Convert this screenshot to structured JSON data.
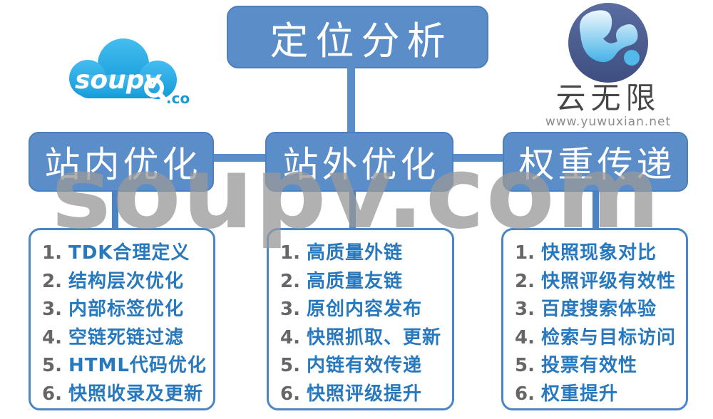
{
  "root": {
    "label": "定位分析"
  },
  "branches": [
    {
      "label": "站内优化",
      "items": [
        {
          "num": "1.",
          "text": "TDK合理定义"
        },
        {
          "num": "2.",
          "text": "结构层次优化"
        },
        {
          "num": "3.",
          "text": "内部标签优化"
        },
        {
          "num": "4.",
          "text": "空链死链过滤"
        },
        {
          "num": "5.",
          "text": "HTML代码优化"
        },
        {
          "num": "6.",
          "text": "快照收录及更新"
        }
      ]
    },
    {
      "label": "站外优化",
      "items": [
        {
          "num": "1.",
          "text": "高质量外链"
        },
        {
          "num": "2.",
          "text": "高质量友链"
        },
        {
          "num": "3.",
          "text": "原创内容发布"
        },
        {
          "num": "4.",
          "text": "快照抓取、更新"
        },
        {
          "num": "5.",
          "text": "内链有效传递"
        },
        {
          "num": "6.",
          "text": "快照评级提升"
        }
      ]
    },
    {
      "label": "权重传递",
      "items": [
        {
          "num": "1.",
          "text": "快照现象对比"
        },
        {
          "num": "2.",
          "text": "快照评级有效性"
        },
        {
          "num": "3.",
          "text": "百度搜索体验"
        },
        {
          "num": "4.",
          "text": "检索与目标访问"
        },
        {
          "num": "5.",
          "text": "投票有效性"
        },
        {
          "num": "6.",
          "text": "权重提升"
        }
      ]
    }
  ],
  "watermark": "soupv.com",
  "logos": {
    "soupv": {
      "name": "soupv",
      "tld": ".com"
    },
    "yunwuxian": {
      "brand": "云无限",
      "site": "www.yuwuxian.net"
    }
  },
  "colors": {
    "node_blue": "#5b8dc9",
    "node_border": "#4d80ba",
    "list_border": "#4a86c5",
    "item_text_blue": "#2878be",
    "item_num_gray": "#666666",
    "watermark_gray": "#999999",
    "soupv_cloud_blue": "#29a7e0",
    "yun_circle_blue": "#47568a",
    "yun_text_gray": "#474747"
  }
}
